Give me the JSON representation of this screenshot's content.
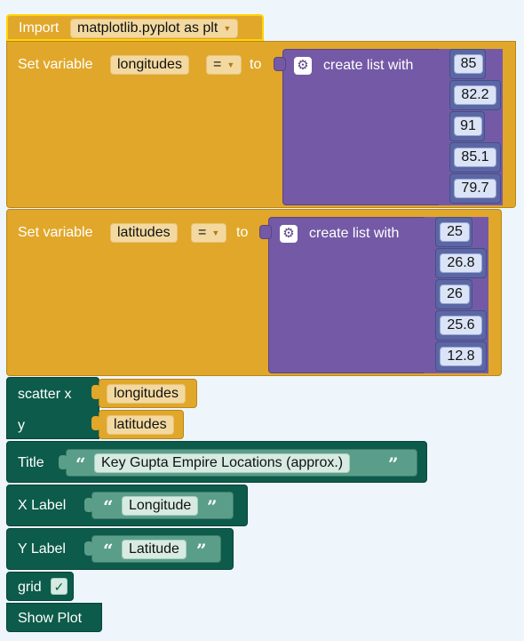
{
  "import_block": {
    "label": "Import",
    "module": "matplotlib.pyplot as plt"
  },
  "set_longitudes": {
    "label": "Set variable",
    "variable": "longitudes",
    "operator": "=",
    "to_label": "to",
    "list_label": "create list with",
    "values": [
      "85",
      "82.2",
      "91",
      "85.1",
      "79.7"
    ]
  },
  "set_latitudes": {
    "label": "Set variable",
    "variable": "latitudes",
    "operator": "=",
    "to_label": "to",
    "list_label": "create list with",
    "values": [
      "25",
      "26.8",
      "26",
      "25.6",
      "12.8"
    ]
  },
  "scatter": {
    "label": "scatter x",
    "x_value": "longitudes",
    "y_label": "y",
    "y_value": "latitudes"
  },
  "title_block": {
    "label": "Title",
    "text": "Key Gupta Empire Locations (approx.)"
  },
  "xlabel_block": {
    "label": "X Label",
    "text": "Longitude"
  },
  "ylabel_block": {
    "label": "Y Label",
    "text": "Latitude"
  },
  "grid_block": {
    "label": "grid",
    "checked": true,
    "check_glyph": "✓"
  },
  "show_block": {
    "label": "Show Plot"
  },
  "quotes": {
    "open": "“",
    "close": "”"
  },
  "icons": {
    "gear": "gear-icon",
    "dropdown": "dropdown-arrow-icon",
    "check": "checkbox-icon"
  },
  "colors": {
    "variables_block": "#e1a72a",
    "list_block": "#745aa6",
    "number_block": "#5b67a5",
    "plot_block": "#0d5b4a",
    "string_block": "#5a9e8a",
    "workspace": "#eef6fb"
  }
}
